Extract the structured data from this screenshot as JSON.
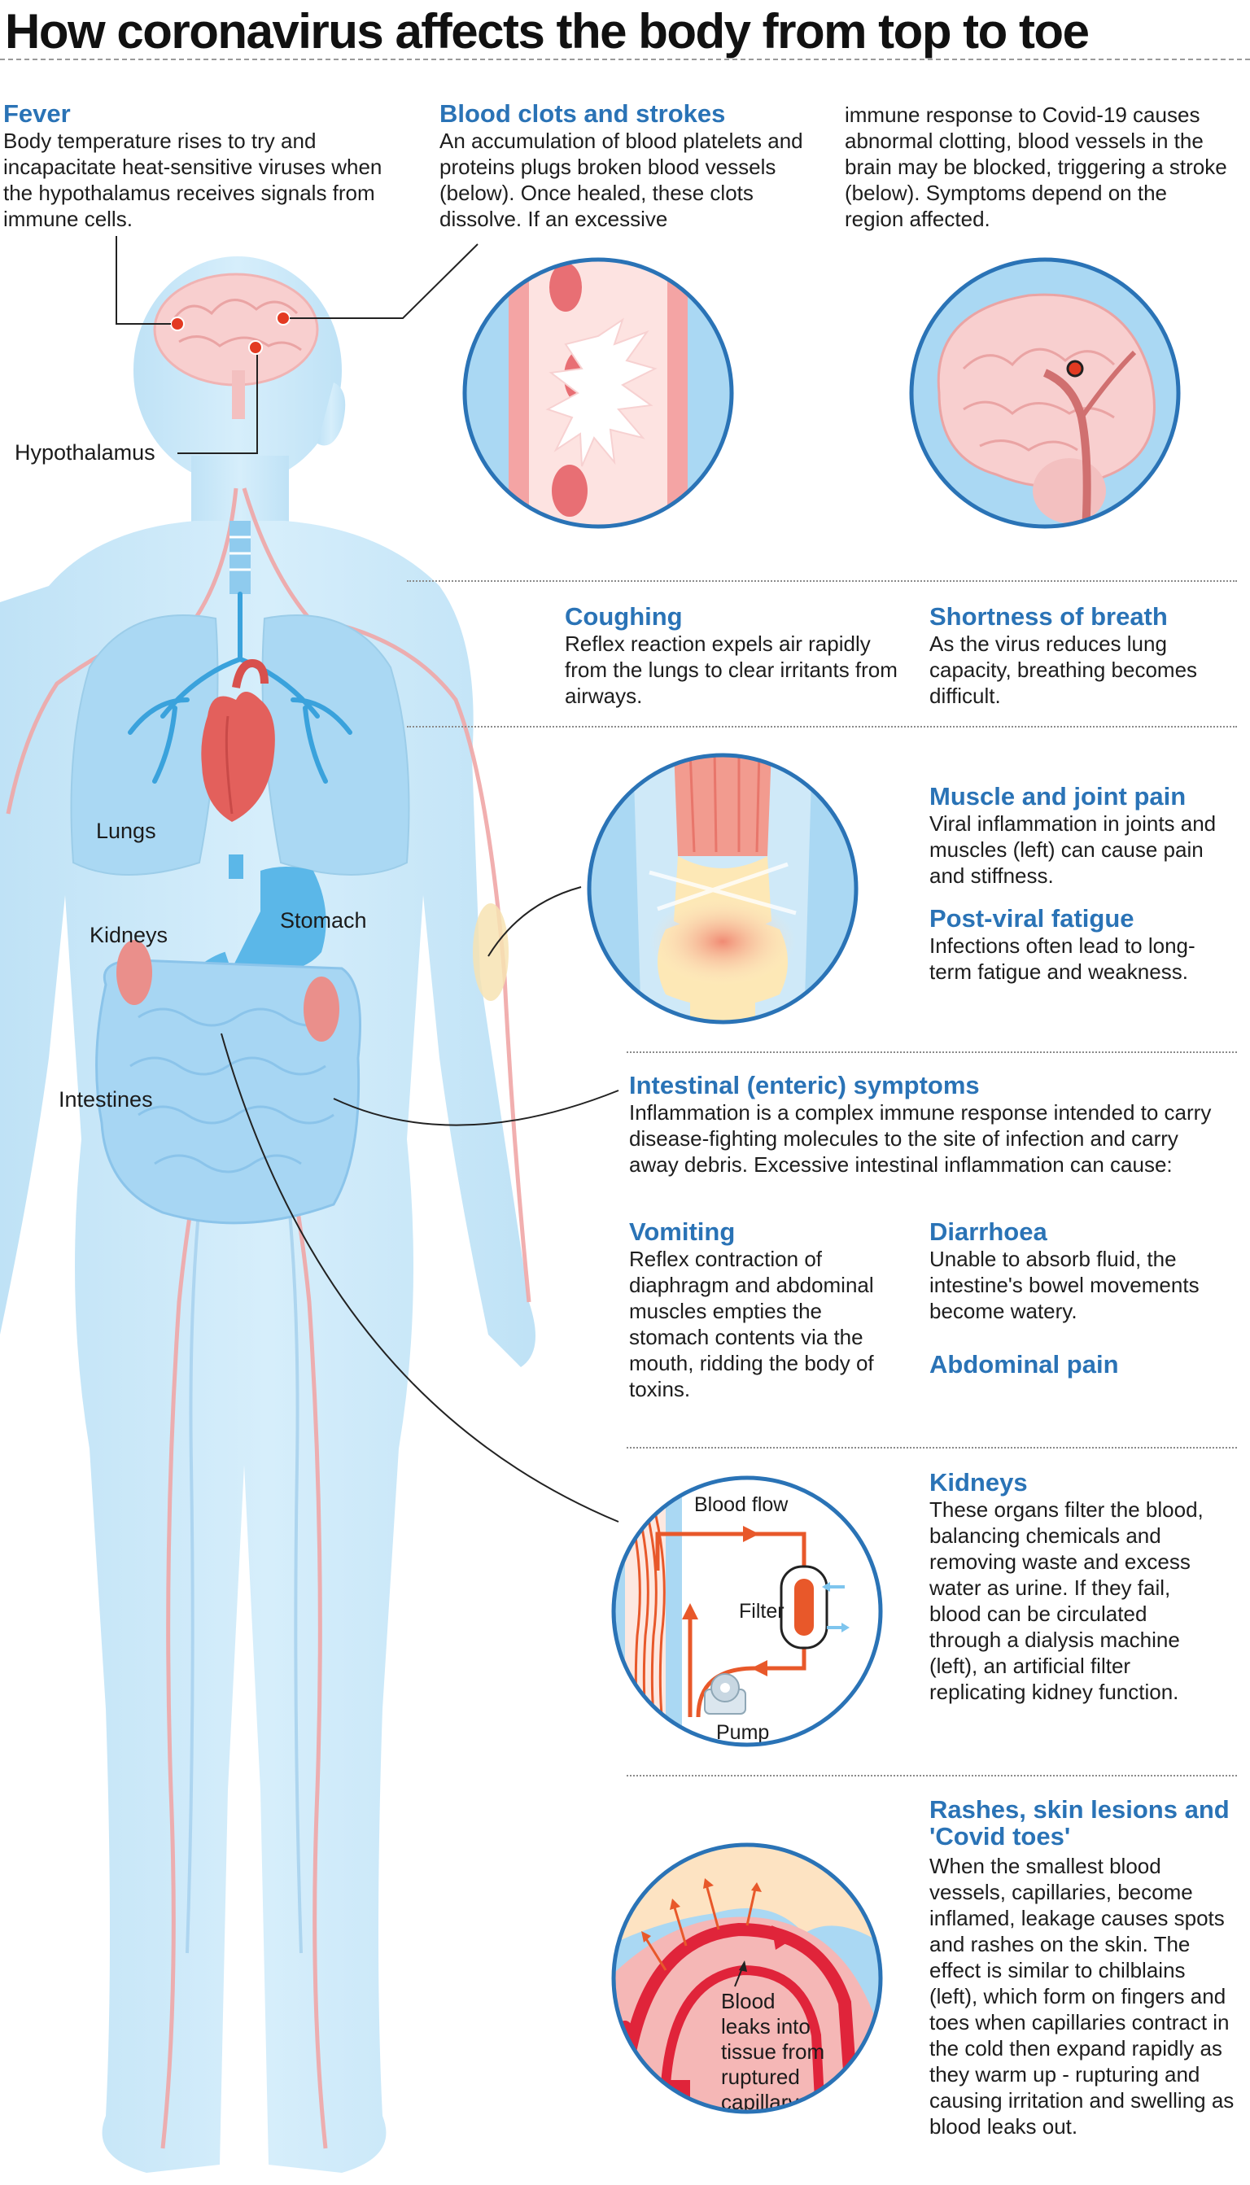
{
  "title": "How coronavirus affects the body from top to toe",
  "sections": {
    "fever": {
      "heading": "Fever",
      "text": "Body temperature rises to try and incapacitate heat-sensitive viruses when the hypothalamus receives signals from immune cells."
    },
    "clots": {
      "heading": "Blood clots and strokes",
      "text_a": "An accumulation of blood platelets and proteins plugs broken blood vessels (below). Once healed, these clots dissolve. If an excessive",
      "text_b": "immune response to Covid-19 causes abnormal clotting, blood vessels in the brain may be blocked, triggering a stroke (below). Symptoms depend on the region affected."
    },
    "coughing": {
      "heading": "Coughing",
      "text": "Reflex reaction expels air rapidly from the lungs to clear irritants from airways."
    },
    "breath": {
      "heading": "Shortness of breath",
      "text": "As the virus reduces lung capacity, breathing becomes difficult."
    },
    "muscle": {
      "heading": "Muscle and joint pain",
      "text": "Viral inflammation in joints and muscles (left) can cause pain and stiffness."
    },
    "fatigue": {
      "heading": "Post-viral fatigue",
      "text": "Infections often lead to long-term fatigue and weakness."
    },
    "intestinal": {
      "heading": "Intestinal (enteric) symptoms",
      "text": "Inflammation is a complex immune response intended to carry disease-fighting molecules to the site of infection and carry away debris. Excessive intestinal inflammation can cause:"
    },
    "vomiting": {
      "heading": "Vomiting",
      "text": "Reflex contraction of diaphragm and abdominal muscles empties the stomach contents via the mouth, ridding the body of toxins."
    },
    "diarrhoea": {
      "heading": "Diarrhoea",
      "text": "Unable to absorb fluid, the intestine's bowel movements become watery."
    },
    "abdominal": {
      "heading": "Abdominal pain"
    },
    "kidneys": {
      "heading": "Kidneys",
      "text": "These organs filter the blood, balancing chemicals and removing waste and excess water as urine. If they fail, blood can be circulated through a dialysis machine (left), an artificial filter replicating kidney function."
    },
    "rashes": {
      "heading": "Rashes, skin lesions and 'Covid toes'",
      "text": "When the smallest blood vessels, capillaries, become inflamed, leakage causes spots and rashes on the skin. The effect is similar to chilblains (left), which form on fingers and toes when capillaries contract in the cold then expand rapidly as they warm up - rupturing and causing irritation and swelling as blood leaks out."
    }
  },
  "body_labels": {
    "hypothalamus": "Hypothalamus",
    "lungs": "Lungs",
    "kidneys": "Kidneys",
    "stomach": "Stomach",
    "intestines": "Intestines"
  },
  "dialysis": {
    "blood_flow": "Blood flow",
    "filter": "Filter",
    "pump": "Pump"
  },
  "capillary": {
    "line1": "Blood",
    "line2": "leaks into",
    "line3": "tissue from",
    "line4": "ruptured",
    "line5": "capillary"
  },
  "colors": {
    "heading_blue": "#2a73b6",
    "body_blue": "#cde9f8",
    "blood_red": "#d9404a",
    "dialysis_orange": "#e8582a"
  }
}
